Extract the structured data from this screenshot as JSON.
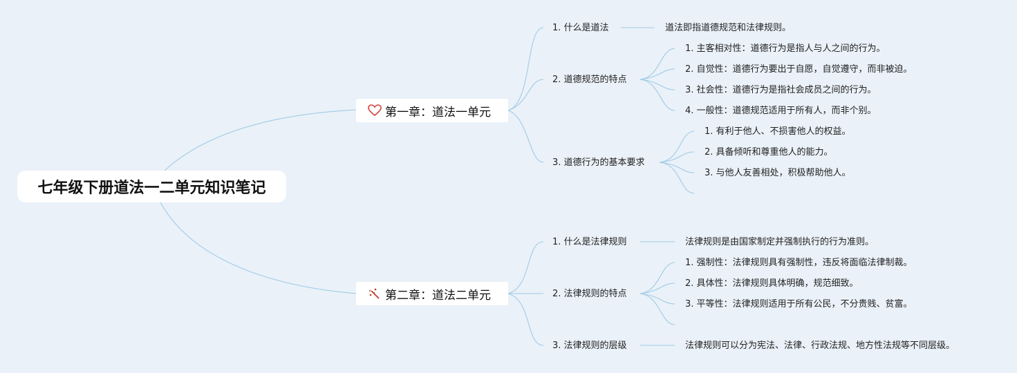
{
  "root": {
    "title": "七年级下册道法一二单元知识笔记"
  },
  "chapter1": {
    "title": "第一章：道法一单元",
    "icon": "heart-icon",
    "branch1": {
      "label": "1. 什么是道法",
      "detail": "道法即指道德规范和法律规则。"
    },
    "branch2": {
      "label": "2. 道德规范的特点",
      "items": [
        "1. 主客相对性：道德行为是指人与人之间的行为。",
        "2. 自觉性：道德行为要出于自愿，自觉遵守，而非被迫。",
        "3. 社会性：道德行为是指社会成员之间的行为。",
        "4. 一般性：道德规范适用于所有人，而非个别。"
      ]
    },
    "branch3": {
      "label": "3. 道德行为的基本要求",
      "items": [
        "1. 有利于他人、不损害他人的权益。",
        "2. 具备倾听和尊重他人的能力。",
        "3. 与他人友善相处，积极帮助他人。"
      ]
    }
  },
  "chapter2": {
    "title": "第二章：道法二单元",
    "icon": "magic-wand-icon",
    "branch1": {
      "label": "1. 什么是法律规则",
      "detail": "法律规则是由国家制定并强制执行的行为准则。"
    },
    "branch2": {
      "label": "2. 法律规则的特点",
      "items": [
        "1. 强制性：法律规则具有强制性，违反将面临法律制裁。",
        "2. 具体性：法律规则具体明确，规范细致。",
        "3. 平等性：法律规则适用于所有公民，不分贵贱、贫富。"
      ]
    },
    "branch3": {
      "label": "3. 法律规则的层级",
      "detail": "法律规则可以分为宪法、法律、行政法规、地方性法规等不同层级。"
    }
  },
  "colors": {
    "background": "#eaf1f8",
    "line": "#9fcbe6",
    "heart": "#d9534f",
    "wand": "#c0392b"
  }
}
